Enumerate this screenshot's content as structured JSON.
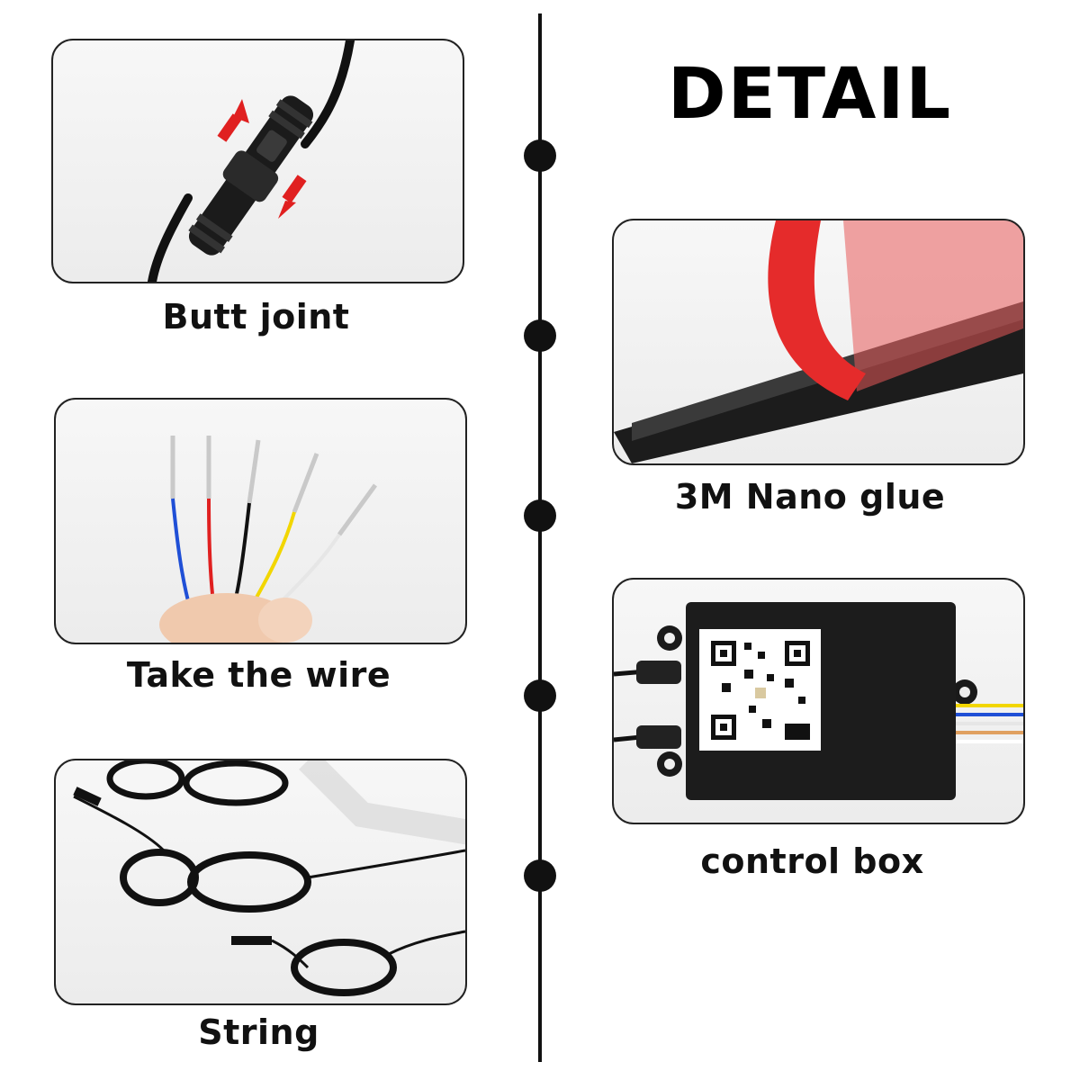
{
  "header": {
    "title": "DETAIL"
  },
  "features": [
    {
      "label": "Butt joint"
    },
    {
      "label": "Take the wire"
    },
    {
      "label": "String"
    },
    {
      "label": "3M Nano glue"
    },
    {
      "label": "control box"
    }
  ],
  "colors": {
    "arrow": "#e02020",
    "tape_red": "#e52b2b",
    "wire_blue": "#1f4fd6",
    "wire_red": "#e02020",
    "wire_black": "#111111",
    "wire_yellow": "#f2d600",
    "wire_white": "#e6e6e6"
  }
}
